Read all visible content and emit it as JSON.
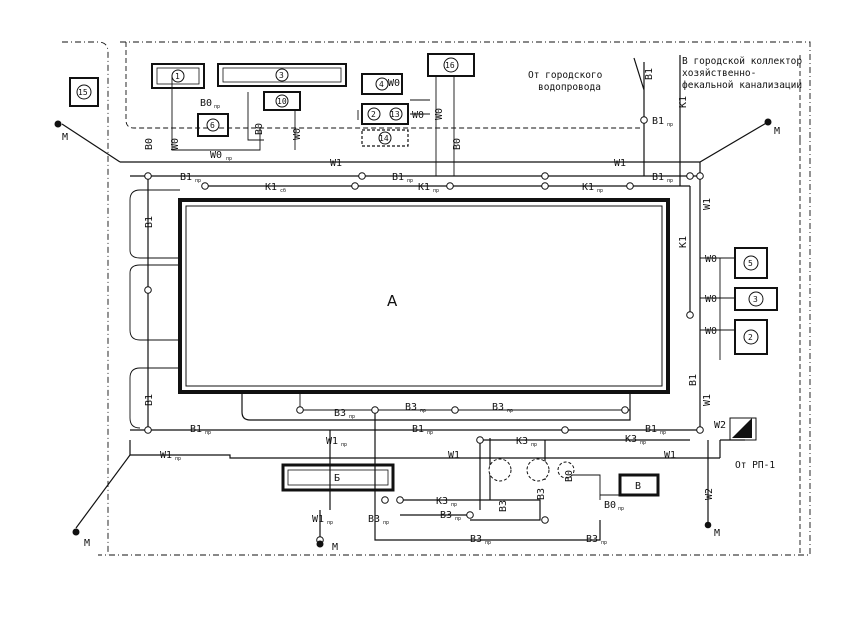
{
  "main_building": "А",
  "building_b": "Б",
  "building_v": "В",
  "facilities": {
    "f1": "1",
    "f2a": "2",
    "f2b": "2",
    "f3a": "3",
    "f3b": "3",
    "f4": "4",
    "f5": "5",
    "f6": "6",
    "f10": "10",
    "f13": "13",
    "f14": "14",
    "f15": "15",
    "f16": "16"
  },
  "notes": {
    "water_line1": "От городского",
    "water_line2": "водопровода",
    "sewer_line1": "В городской коллектор",
    "sewer_line2": "хозяйственно-",
    "sewer_line3": "фекальной канализации",
    "power": "От РП-1"
  },
  "marker": "М",
  "labels": {
    "b0": "В0",
    "w0": "W0",
    "w1": "W1",
    "w2": "W2",
    "b1": "В1",
    "k1": "К1",
    "k3": "К3",
    "b3": "В3",
    "sub_pr": "пр",
    "sub_sb": "сб"
  }
}
